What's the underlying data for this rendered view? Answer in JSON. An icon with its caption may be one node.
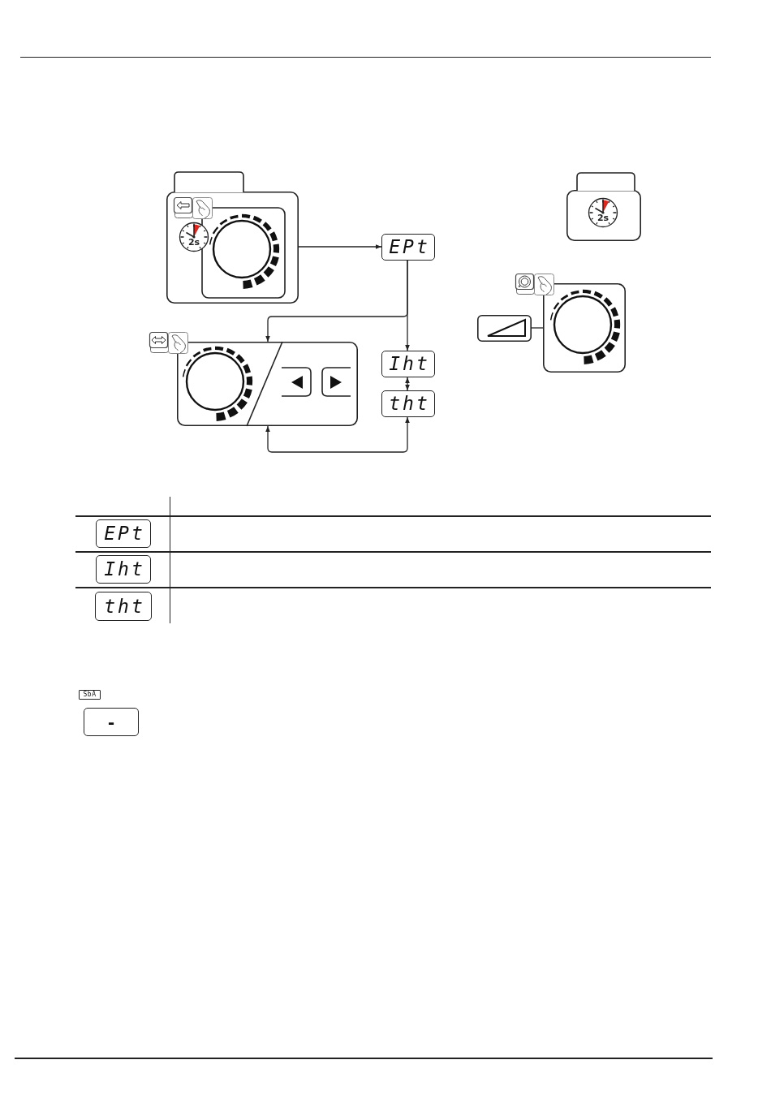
{
  "diagram": {
    "nodes": [
      {
        "text": [
          "2s"
        ]
      },
      {
        "text": [
          "2s"
        ]
      },
      {
        "text": [
          "EPt"
        ]
      },
      {
        "text": [],
        "shape": "box"
      },
      {
        "text": [],
        "shape": "box"
      },
      {
        "text": [],
        "shape": "box"
      },
      {
        "text": [
          "Iht"
        ]
      },
      {
        "text": [
          "tht"
        ]
      },
      {
        "text": [
          "EPt"
        ]
      },
      {
        "text": [
          "Iht"
        ]
      },
      {
        "text": [
          "tht"
        ]
      },
      {
        "text": [
          "SbA",
          "-"
        ]
      }
    ],
    "edges": [
      {
        "from": 0,
        "to": 2,
        "arrow": "to"
      },
      {
        "from": 2,
        "to": 6,
        "arrow": "to"
      },
      {
        "from": 2,
        "to": 5,
        "arrow": "to"
      },
      {
        "from": 6,
        "to": 7,
        "arrow": "both"
      },
      {
        "from": 7,
        "to": 5,
        "arrow": "both"
      },
      {
        "from": 4,
        "to": 3,
        "arrow": "none"
      }
    ]
  }
}
